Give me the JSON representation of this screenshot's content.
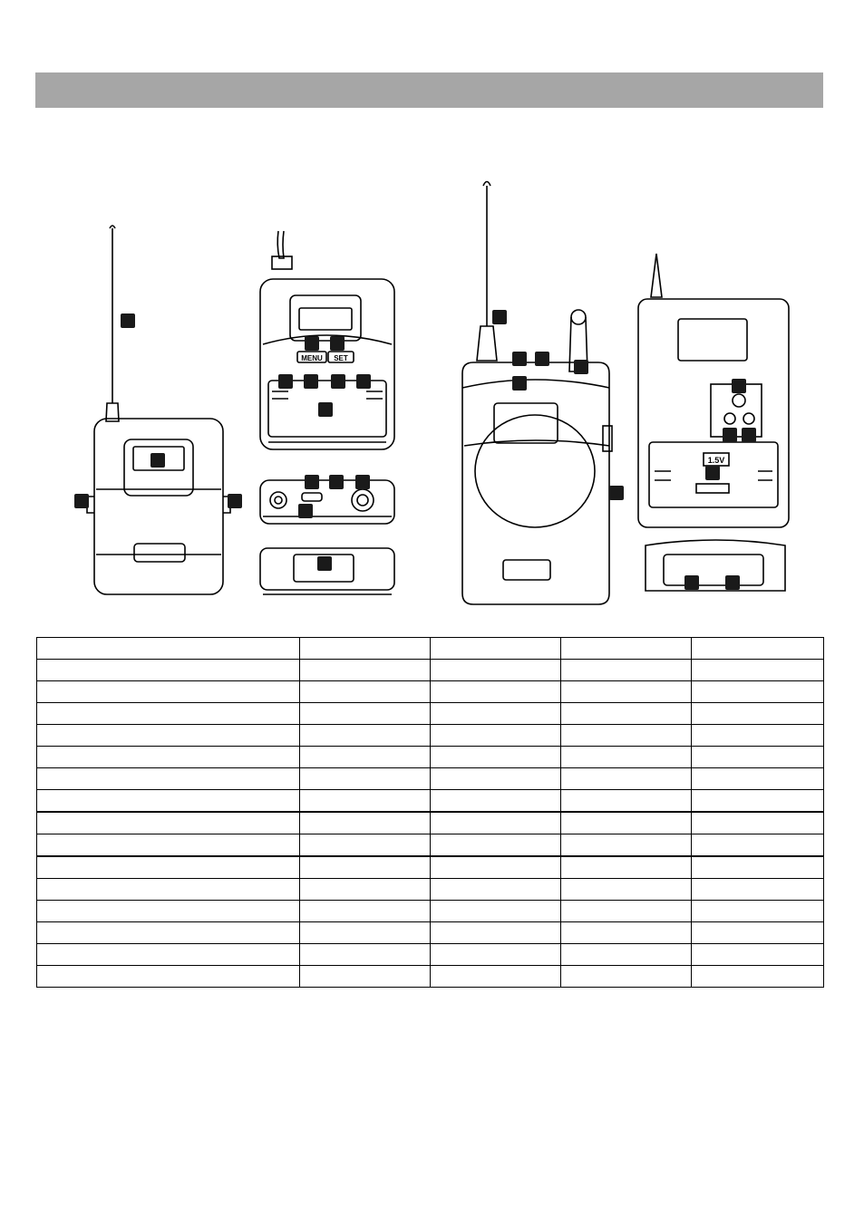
{
  "labels": {
    "menu": "MENU",
    "set": "SET",
    "battery": "1.5V"
  },
  "colors": {
    "header_bar": "#a6a6a6",
    "marker": "#1a1a1a",
    "line": "#000000"
  },
  "table": {
    "columns": 5,
    "rows": 16
  }
}
